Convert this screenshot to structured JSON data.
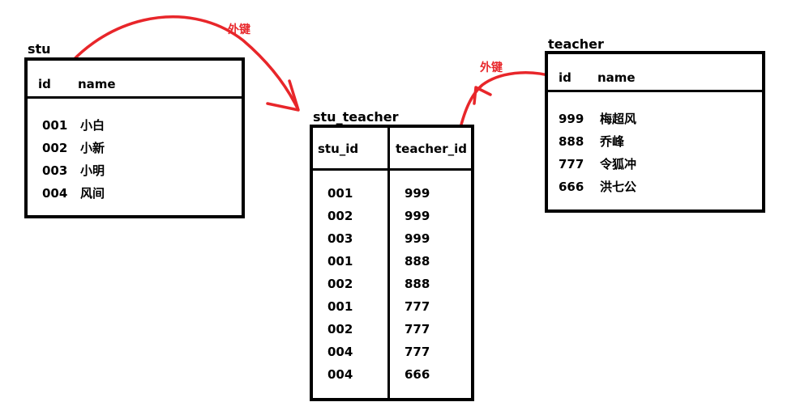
{
  "stu": {
    "title": "stu",
    "headers": [
      "id",
      "name"
    ],
    "rows": [
      [
        "001",
        "小白"
      ],
      [
        "002",
        "小新"
      ],
      [
        "003",
        "小明"
      ],
      [
        "004",
        "风间"
      ]
    ]
  },
  "stu_teacher": {
    "title": "stu_teacher",
    "headers": [
      "stu_id",
      "teacher_id"
    ],
    "rows": [
      [
        "001",
        "999"
      ],
      [
        "002",
        "999"
      ],
      [
        "003",
        "999"
      ],
      [
        "001",
        "888"
      ],
      [
        "002",
        "888"
      ],
      [
        "001",
        "777"
      ],
      [
        "002",
        "777"
      ],
      [
        "004",
        "777"
      ],
      [
        "004",
        "666"
      ]
    ]
  },
  "teacher": {
    "title": "teacher",
    "headers": [
      "id",
      "name"
    ],
    "rows": [
      [
        "999",
        "梅超风"
      ],
      [
        "888",
        "乔峰"
      ],
      [
        "777",
        "令狐冲"
      ],
      [
        "666",
        "洪七公"
      ]
    ]
  },
  "relations": {
    "fk1_label": "外键",
    "fk2_label": "外键",
    "arrow_color": "#e8262a"
  }
}
